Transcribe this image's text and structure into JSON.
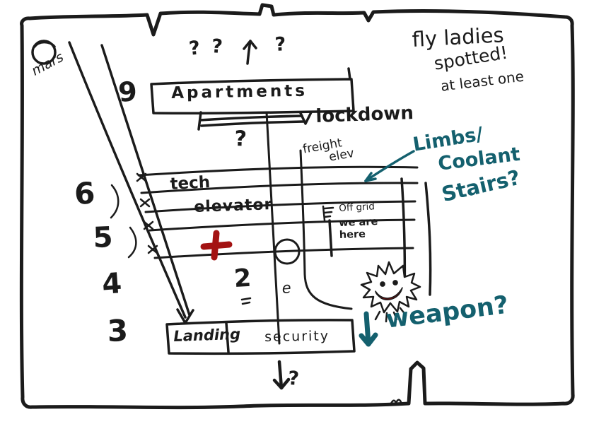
{
  "colors": {
    "ink": "#1b1b1b",
    "teal": "#14606e",
    "red": "#a31313",
    "mouth_red": "#7c0b0b"
  },
  "notes": {
    "fly1": "fly ladies",
    "fly2": "spotted!",
    "fly3": "at least one"
  },
  "annotations": {
    "limbs1": "Limbs/",
    "limbs2": "Coolant",
    "stairs": "Stairs?",
    "weapon": "weapon?"
  },
  "map": {
    "mars": "mars",
    "apartments": "Apartments",
    "lockdown": "lockdown",
    "freight1": "freight",
    "freight2": "elev",
    "tech": "tech",
    "elevator": "elevator",
    "off_grid": "Off grid",
    "we_are_here": "we are here",
    "landing": "Landing",
    "security": "security"
  },
  "floors": {
    "f9": "9",
    "f6": "6",
    "f5": "5",
    "f4": "4",
    "f3": "3"
  },
  "marks": {
    "q1": "?",
    "q2": "?",
    "q3": "?",
    "hall_q": "?",
    "two": "2",
    "e": "e",
    "exit_q": "?"
  }
}
